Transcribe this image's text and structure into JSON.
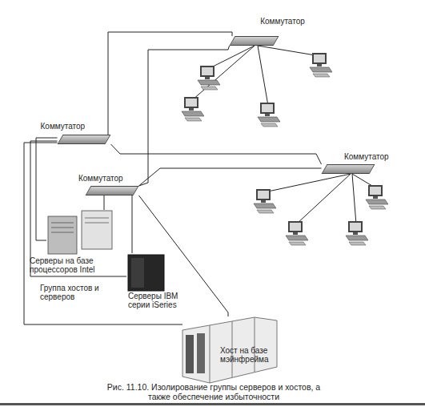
{
  "diagram": {
    "caption": "Рис. 11.10. Изолирование группы серверов и хостов, а также обеспечение избыточности",
    "nodes": [
      {
        "text": [
          "Коммутатор"
        ]
      },
      {
        "text": [
          "Коммутатор"
        ]
      },
      {
        "text": [
          "Коммутатор"
        ]
      },
      {
        "text": [
          "Коммутатор"
        ]
      },
      {
        "text": [
          "Серверы на базе процессоров Intel"
        ]
      },
      {
        "text": [
          "Серверы IBM серии iSeries"
        ]
      },
      {
        "text": [
          "Хост на базе мэйнфрейма"
        ]
      }
    ],
    "edges": [
      {
        "from": 1,
        "to": 0,
        "arrow": "none"
      },
      {
        "from": 2,
        "to": 0,
        "arrow": "none"
      },
      {
        "from": 1,
        "to": 3,
        "arrow": "none"
      },
      {
        "from": 2,
        "to": 3,
        "arrow": "none"
      },
      {
        "from": 1,
        "to": 4,
        "arrow": "none"
      },
      {
        "from": 1,
        "to": 5,
        "arrow": "none"
      },
      {
        "from": 1,
        "to": 6,
        "arrow": "none"
      },
      {
        "from": 2,
        "to": 4,
        "arrow": "none"
      },
      {
        "from": 2,
        "to": 5,
        "arrow": "none"
      },
      {
        "from": 2,
        "to": 6,
        "arrow": "none"
      }
    ],
    "labels": [
      "Группа хостов и серверов"
    ]
  }
}
